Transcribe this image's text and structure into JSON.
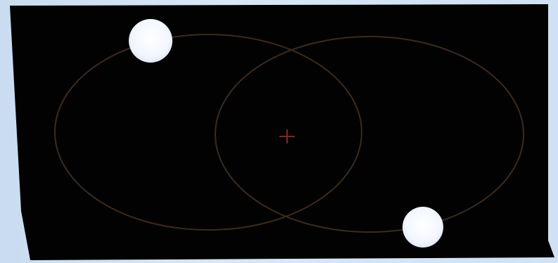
{
  "display": {
    "background_color": "#030202",
    "frame_color": "#cfe1f3",
    "orbit_color": "#3b2b1c",
    "ball_color": "#eef4fc",
    "fixation_color": "#7a2a2a"
  },
  "stimulus": {
    "orbits": [
      {
        "name": "left-orbit"
      },
      {
        "name": "right-orbit"
      }
    ],
    "balls": [
      {
        "name": "upper-left-ball"
      },
      {
        "name": "lower-right-ball"
      }
    ],
    "fixation": {
      "symbol": "+"
    }
  }
}
